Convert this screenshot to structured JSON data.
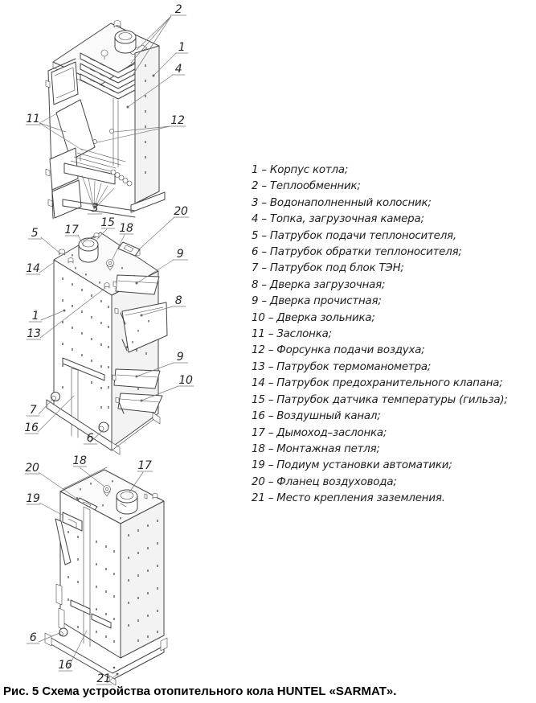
{
  "figure": {
    "caption": "Рис. 5 Схема устройства отопительного кола HUNTEL «SARMAT»."
  },
  "legend": {
    "items": [
      "1 – Корпус котла;",
      "2 – Теплообменник;",
      "3 – Водонаполненный колосник;",
      "4 – Топка, загрузочная камера;",
      "5 – Патрубок подачи теплоносителя,",
      "6 – Патрубок обратки теплоносителя;",
      "7 – Патрубок под блок ТЭН;",
      "8 – Дверка загрузочная;",
      "9 – Дверка прочистная;",
      "10 – Дверка зольника;",
      "11 – Заслонка;",
      "12 – Форсунка подачи воздуха;",
      "13 – Патрубок термоманометра;",
      "14 – Патрубок предохранительного клапана;",
      "15 – Патрубок датчика температуры (гильза);",
      "16 – Воздушный канал;",
      "17 – Дымоход–заслонка;",
      "18 – Монтажная петля;",
      "19 – Подиум установки автоматики;",
      "20 – Фланец воздуховода;",
      "21 – Место крепления заземления."
    ]
  },
  "callouts": {
    "top": [
      "2",
      "1",
      "4",
      "12",
      "11",
      "3"
    ],
    "middle": [
      "20",
      "15",
      "18",
      "17",
      "5",
      "14",
      "9",
      "8",
      "1",
      "13",
      "9",
      "10",
      "7",
      "16",
      "6"
    ],
    "bottom": [
      "18",
      "17",
      "20",
      "19",
      "6",
      "16",
      "21"
    ]
  },
  "colors": {
    "line": "#454545",
    "leader": "#7a7a7a",
    "text": "#1d1d1d",
    "caption": "#000000",
    "background": "#ffffff"
  }
}
